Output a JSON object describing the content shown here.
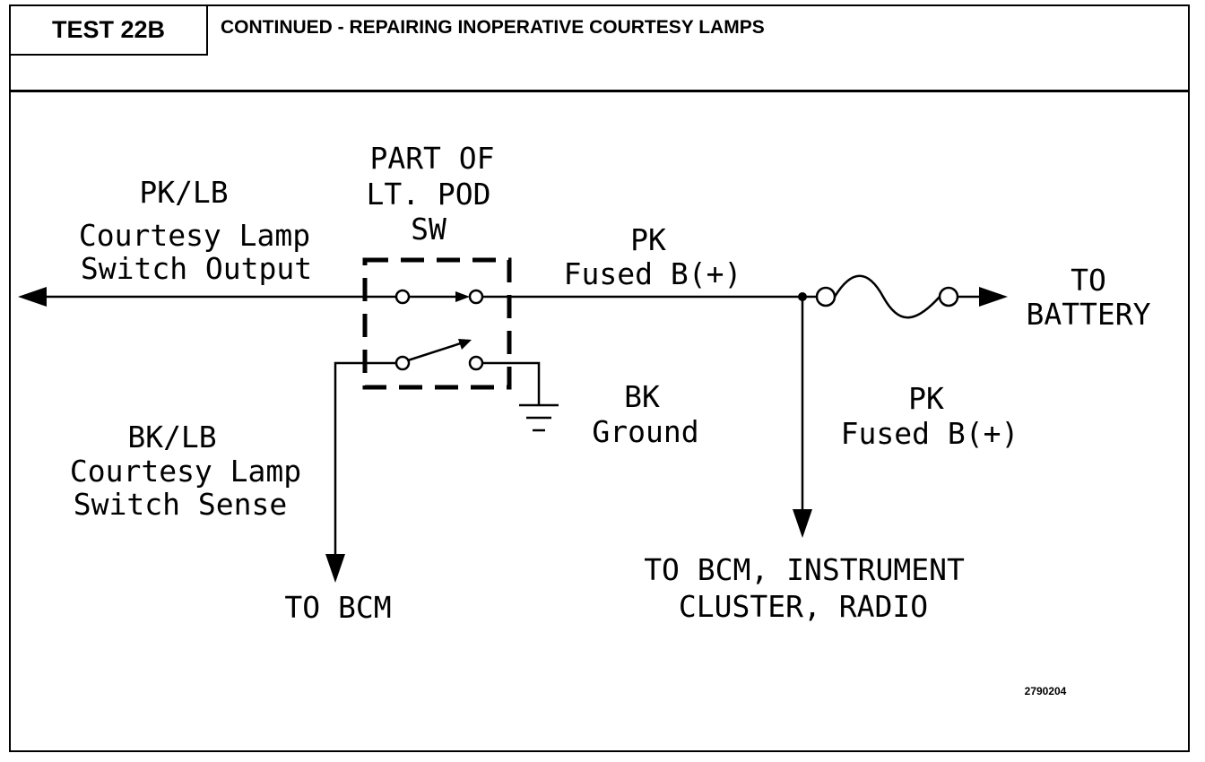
{
  "header": {
    "test_id": "TEST 22B",
    "title": "CONTINUED - REPAIRING INOPERATIVE COURTESY LAMPS"
  },
  "diagram": {
    "switch_label": [
      "PART OF",
      "LT. POD",
      "SW"
    ],
    "left_top_wire": [
      "PK/LB",
      "Courtesy Lamp",
      "Switch Output"
    ],
    "fused_top": [
      "PK",
      "Fused B(+)"
    ],
    "battery": [
      "TO",
      "BATTERY"
    ],
    "ground": [
      "BK",
      "Ground"
    ],
    "fused_branch": [
      "PK",
      "Fused B(+)"
    ],
    "left_bottom_wire": [
      "BK/LB",
      "Courtesy Lamp",
      "Switch Sense"
    ],
    "to_bcm": "TO BCM",
    "to_cluster": [
      "TO BCM, INSTRUMENT",
      "CLUSTER, RADIO"
    ],
    "figure_number": "2790204"
  }
}
